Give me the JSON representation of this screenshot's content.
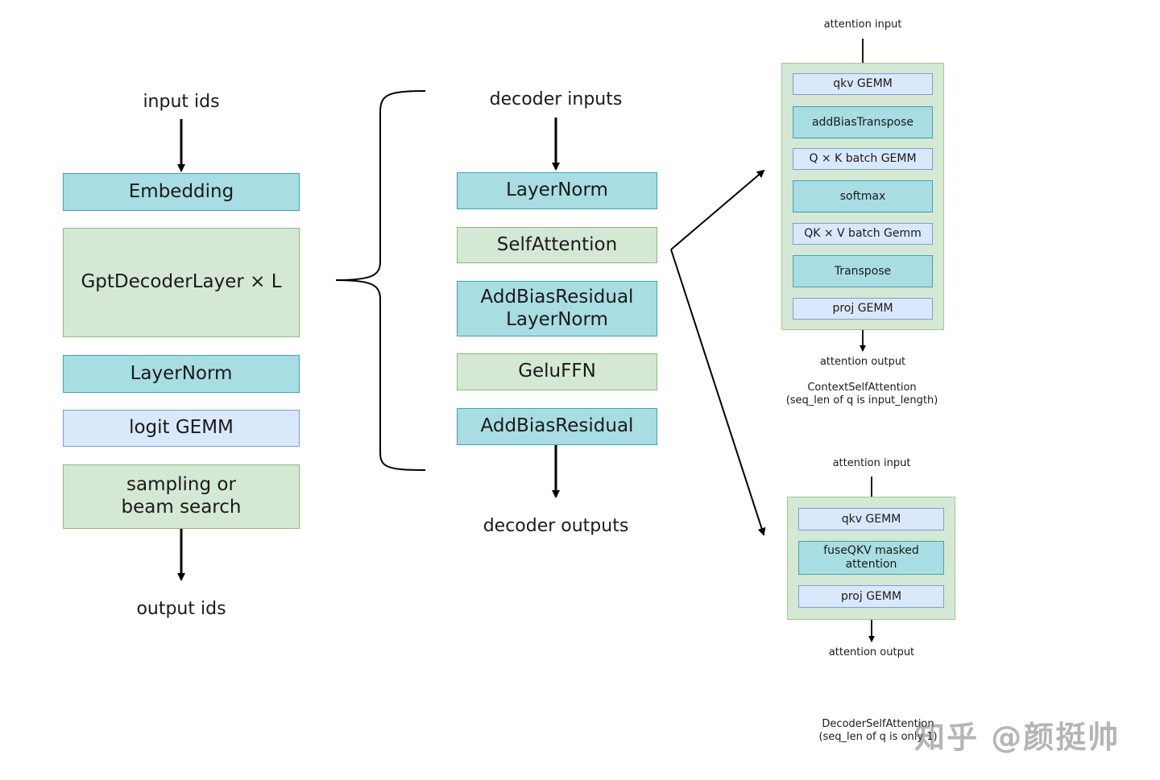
{
  "left": {
    "input_label": "input ids",
    "embedding": "Embedding",
    "decoder_layer": "GptDecoderLayer × L",
    "layernorm": "LayerNorm",
    "logit_gemm": "logit GEMM",
    "sampling": "sampling or\nbeam search",
    "output_label": "output ids"
  },
  "middle": {
    "input_label": "decoder inputs",
    "layernorm": "LayerNorm",
    "self_attention": "SelfAttention",
    "add_bias_residual_layernorm": "AddBiasResidual\nLayerNorm",
    "gelu_ffn": "GeluFFN",
    "add_bias_residual": "AddBiasResidual",
    "output_label": "decoder outputs"
  },
  "context_attention": {
    "input_label": "attention input",
    "blocks": [
      "qkv GEMM",
      "addBiasTranspose",
      "Q × K batch GEMM",
      "softmax",
      "QK × V batch Gemm",
      "Transpose",
      "proj GEMM"
    ],
    "output_label": "attention output",
    "caption": "ContextSelfAttention\n(seq_len of q is input_length)"
  },
  "decoder_attention": {
    "input_label": "attention input",
    "blocks": [
      "qkv GEMM",
      "fuseQKV masked\nattention",
      "proj GEMM"
    ],
    "output_label": "attention output",
    "caption": "DecoderSelfAttention\n(seq_len of q is only 1)"
  },
  "watermark": "知乎 @颜挺帅",
  "colors": {
    "teal_fill": "#a8dde3",
    "green_fill": "#d5e8d4",
    "blue_fill": "#dae8fc"
  }
}
